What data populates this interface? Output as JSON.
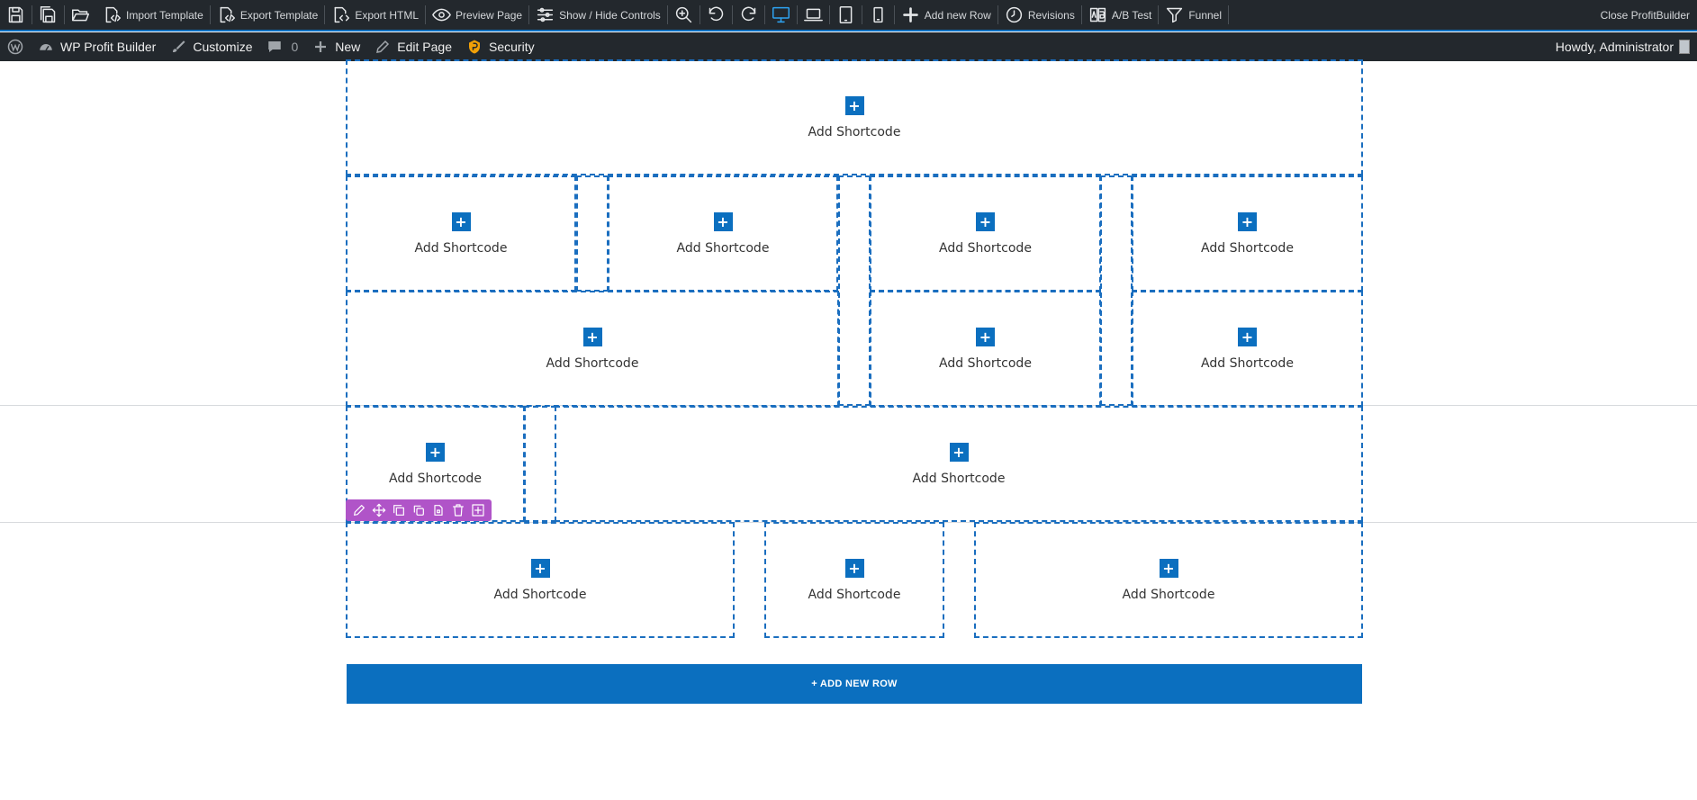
{
  "toolbar": {
    "import_template": "Import Template",
    "export_template": "Export Template",
    "export_html": "Export HTML",
    "preview_page": "Preview Page",
    "show_hide_controls": "Show / Hide Controls",
    "add_new_row": "Add new Row",
    "revisions": "Revisions",
    "ab_test": "A/B Test",
    "funnel": "Funnel",
    "close": "Close ProfitBuilder",
    "active_device": "desktop"
  },
  "adminbar": {
    "site_name": "WP Profit Builder",
    "customize": "Customize",
    "comments_count": "0",
    "new": "New",
    "edit_page": "Edit Page",
    "security": "Security",
    "howdy": "Howdy, Administrator"
  },
  "canvas": {
    "cell_label": "Add Shortcode",
    "plus": "+",
    "add_row_button": "+ ADD NEW ROW"
  },
  "colors": {
    "accent": "#0b6fbf",
    "toolbar_bg": "#23282d",
    "row_tools": "#b054c8"
  }
}
